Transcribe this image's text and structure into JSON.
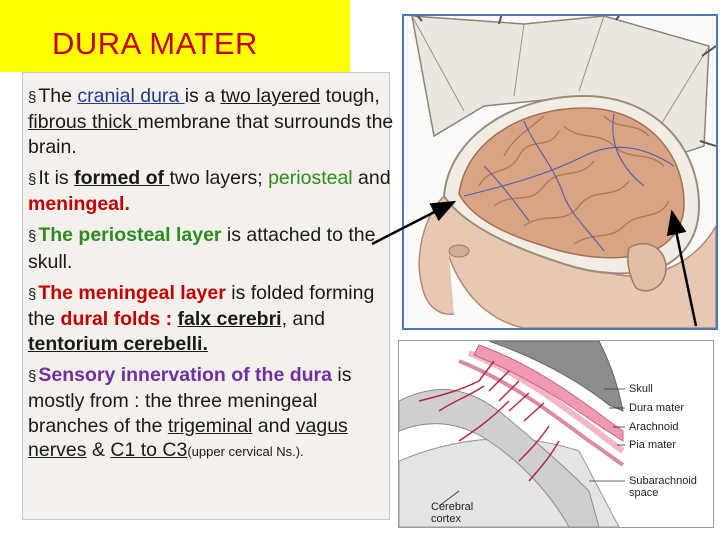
{
  "title": "DURA MATER",
  "bullets": {
    "b1": {
      "t1": "The ",
      "t2": "cranial dura ",
      "t3": "is a ",
      "t4": "two layered",
      "t5": " tough, ",
      "t6": "fibrous thick ",
      "t7": "membrane that surrounds the brain."
    },
    "b2": {
      "t1": "It is ",
      "t2": "formed of ",
      "t3": "two layers; ",
      "t4": "periosteal",
      "t5": " and ",
      "t6": "meningeal."
    },
    "b3": {
      "t1": "The periosteal layer",
      "t2": " is attached to the skull."
    },
    "b4": {
      "t1": "The meningeal layer",
      "t2": " is folded forming the ",
      "t3": "dural folds : ",
      "t4": "falx cerebri",
      "t5": ", and ",
      "t6": "tentorium cerebelli."
    },
    "b5": {
      "t1": "Sensory innervation of the dura",
      "t2": " is mostly from : the three  meningeal branches of the ",
      "t3": "trigeminal",
      "t4": " and ",
      "t5": "vagus nerves",
      "t6": " & ",
      "t7": "C1 to C3",
      "t8": "(upper cervical Ns.)."
    }
  },
  "diagram": {
    "labels": {
      "skull": "Skull",
      "dura": "Dura mater",
      "arachnoid": "Arachnoid",
      "pia": "Pia mater",
      "subarachnoid": "Subarachnoid space",
      "cortex": "Cerebral cortex"
    }
  },
  "colors": {
    "title_bg": "#ffff00",
    "title_text": "#c00000",
    "blue": "#1f3b8f",
    "green": "#2e8b22",
    "red": "#c00000",
    "purple": "#7030a0"
  },
  "icons": [
    "bullet-icon"
  ]
}
